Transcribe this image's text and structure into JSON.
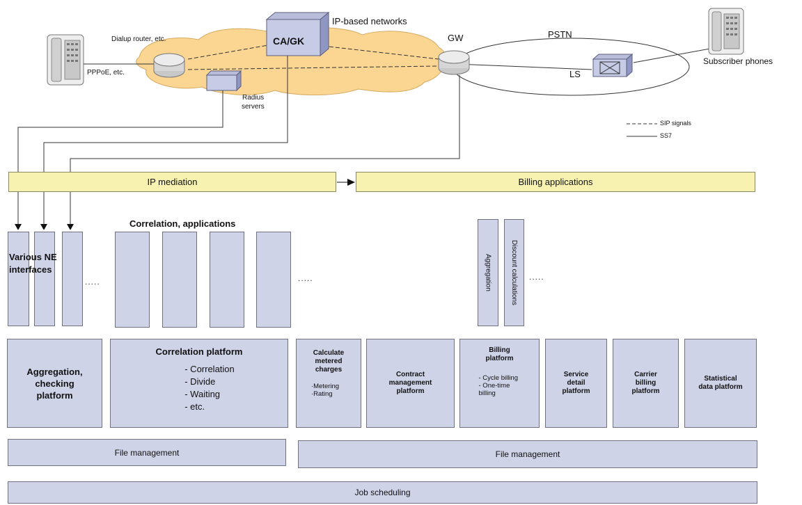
{
  "network": {
    "cloud_label": "IP-based networks",
    "cagk_label": "CA/GK",
    "dialup_label": "Dialup router, etc.",
    "pppoe_label": "PPPoE, etc.",
    "radius_label_1": "Radius",
    "radius_label_2": "servers",
    "gw_label": "GW",
    "pstn_label": "PSTN",
    "ls_label": "LS",
    "subscriber_label": "Subscriber phones"
  },
  "legend": {
    "sip": "SIP signals",
    "ss7": "SS7"
  },
  "bars": {
    "ip_mediation": "IP mediation",
    "billing_applications": "Billing applications"
  },
  "mid": {
    "correlation_applications": "Correlation, applications",
    "various_ne_1": "Various NE",
    "various_ne_2": "interfaces",
    "aggregation_vertical": "Aggregation",
    "discount_vertical": "Discount calculations",
    "ellipsis": "....."
  },
  "platforms": {
    "aggregation": {
      "title": "Aggregation, checking platform"
    },
    "correlation": {
      "title": "Correlation platform",
      "items": [
        "- Correlation",
        "- Divide",
        "- Waiting",
        "- etc."
      ]
    },
    "metered": {
      "title": "Calculate metered charges",
      "items": [
        "·Metering",
        "·Rating"
      ]
    },
    "contract": {
      "title": "Contract management platform"
    },
    "billing": {
      "title": "Billing platform",
      "items": [
        "- Cycle billing",
        "- One-time billing"
      ]
    },
    "service": {
      "title": "Service detail platform"
    },
    "carrier": {
      "title": "Carrier billing platform"
    },
    "statistical": {
      "title": "Statistical data platform"
    }
  },
  "bottom": {
    "file_management_left": "File management",
    "file_management_right": "File management",
    "job_scheduling": "Job scheduling"
  }
}
